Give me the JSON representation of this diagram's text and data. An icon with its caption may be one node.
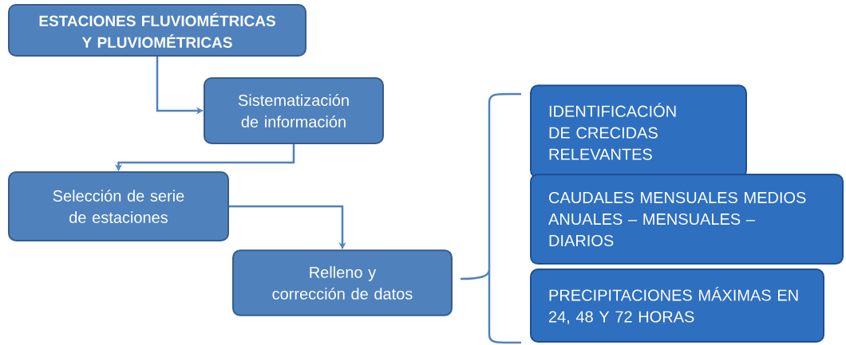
{
  "diagram": {
    "nodes": [
      {
        "text": [
          "ESTACIONES FLUVIOMÉTRICAS Y PLUVIOMÉTRICAS"
        ]
      },
      {
        "text": [
          "Sistematización de información"
        ]
      },
      {
        "text": [
          "Selección de serie de estaciones"
        ]
      },
      {
        "text": [
          "Relleno y corrección de datos"
        ]
      },
      {
        "text": [
          "IDENTIFICACIÓN DE CRECIDAS RELEVANTES"
        ]
      },
      {
        "text": [
          "CAUDALES MENSUALES MEDIOS ANUALES – MENSUALES – DIARIOS"
        ]
      },
      {
        "text": [
          "PRECIPITACIONES MÁXIMAS EN 24, 48 Y 72 HORAS"
        ]
      }
    ],
    "edges": [
      {
        "from": 0,
        "to": 1,
        "arrow": "to"
      },
      {
        "from": 1,
        "to": 2,
        "arrow": "to"
      },
      {
        "from": 2,
        "to": 3,
        "arrow": "to"
      }
    ]
  }
}
